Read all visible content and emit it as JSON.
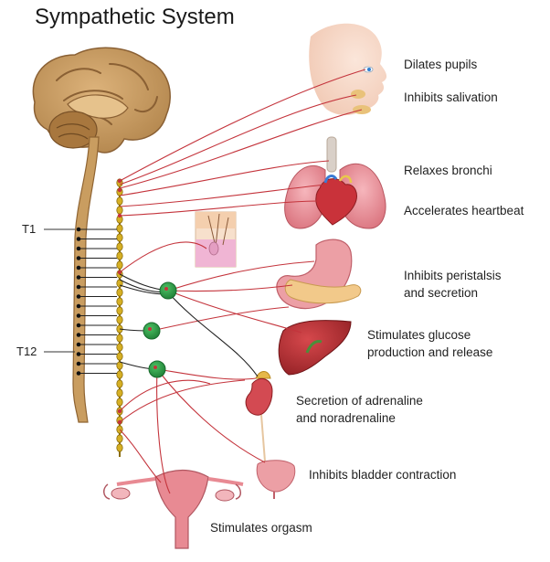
{
  "title": "Sympathetic System",
  "segments": {
    "t1": "T1",
    "t12": "T12"
  },
  "effects": [
    {
      "id": "pupils",
      "label": "Dilates pupils"
    },
    {
      "id": "salivation",
      "label": "Inhibits salivation"
    },
    {
      "id": "bronchi",
      "label": "Relaxes bronchi"
    },
    {
      "id": "heart",
      "label": "Accelerates heartbeat"
    },
    {
      "id": "peristalsis",
      "line1": "Inhibits peristalsis",
      "line2": "and secretion"
    },
    {
      "id": "glucose",
      "line1": "Stimulates glucose",
      "line2": "production and release"
    },
    {
      "id": "adrenaline",
      "line1": "Secretion of adrenaline",
      "line2": "and noradrenaline"
    },
    {
      "id": "bladder",
      "label": "Inhibits bladder contraction"
    },
    {
      "id": "orgasm",
      "label": "Stimulates orgasm"
    }
  ],
  "colors": {
    "nerve": "#c4343c",
    "ganglion_chain": "#d6b024",
    "ganglion": "#2e9e46",
    "spinal_cord": "#c89a5e",
    "brain": "#c79a62",
    "organ_pink": "#e88a93",
    "liver": "#b52a2f"
  },
  "icons": [
    "brain",
    "spinal-cord",
    "sympathetic-chain",
    "face",
    "lungs",
    "heart",
    "skin-section",
    "stomach",
    "pancreas",
    "liver",
    "adrenal-gland",
    "kidney",
    "bladder",
    "uterus"
  ]
}
